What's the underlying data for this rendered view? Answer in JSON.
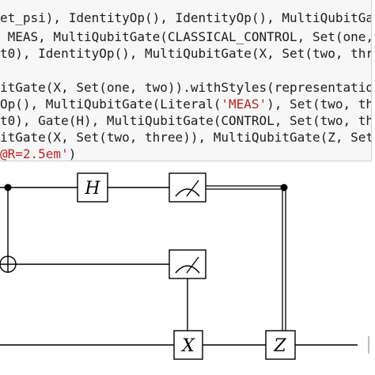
{
  "code_lines": [
    {
      "text": "et_psi), IdentityOp(), IdentityOp(), MultiQubitGat"
    },
    {
      "text": " MEAS, MultiQubitGate(CLASSICAL_CONTROL, Set(one,"
    },
    {
      "text": "t0), IdentityOp(), MultiQubitGate(X, Set(two, thre"
    },
    {
      "text": ""
    },
    {
      "text": "itGate(X, Set(one, two)).withStyles(representation"
    },
    {
      "pre": "Op(), MultiQubitGate(Literal(",
      "str": "'MEAS'",
      "post": "), Set(two, thre"
    },
    {
      "text": "t0), Gate(H), MultiQubitGate(CONTROL, Set(two, thre"
    },
    {
      "text": "itGate(X, Set(two, three)), MultiQubitGate(Z, Set("
    },
    {
      "pre": "",
      "str": "@R=2.5em'",
      "post": ")"
    }
  ],
  "circuit": {
    "gates": {
      "h": "H",
      "x": "X",
      "z": "Z"
    },
    "meter_icon": "measurement-meter-icon",
    "control_icon": "control-dot-icon",
    "target_icon": "cnot-target-icon"
  }
}
